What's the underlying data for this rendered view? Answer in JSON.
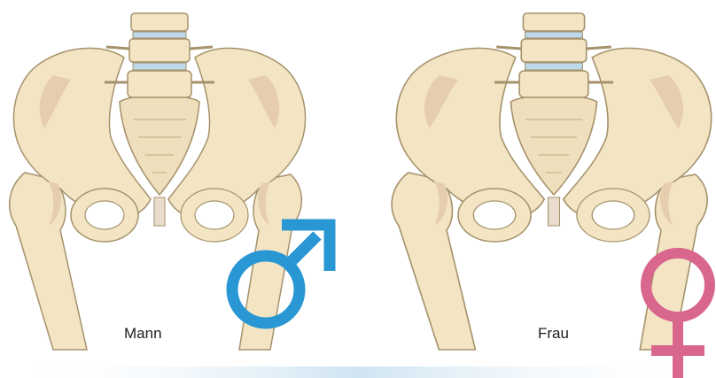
{
  "panels": [
    {
      "label": "Mann",
      "symbol": "male-symbol",
      "symbol_color": "#2897d3"
    },
    {
      "label": "Frau",
      "symbol": "female-symbol",
      "symbol_color": "#d9668d"
    }
  ],
  "colors": {
    "bone_fill": "#f3e5c4",
    "bone_stroke": "#a5926b",
    "bone_shade": "#e6cdb0",
    "disc": "#bcd8ea",
    "background": "#ffffff",
    "floor_shadow": "#cfe4f2"
  }
}
